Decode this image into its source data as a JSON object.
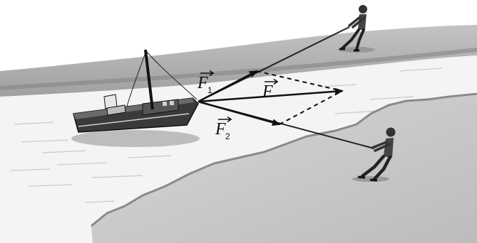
{
  "diagram": {
    "labels": {
      "f1": {
        "symbol": "F",
        "subscript": "1"
      },
      "f": {
        "symbol": "F",
        "subscript": ""
      },
      "f2": {
        "symbol": "F",
        "subscript": "2"
      }
    },
    "colors": {
      "sky": "#ffffff",
      "far_shore": "#9a9a9a",
      "water": "#f2f2f2",
      "near_shore": "#c9c9c9",
      "boat_hull": "#2f2f2f",
      "rope": "#222222",
      "vector": "#111111"
    },
    "icons": [
      "boat-icon",
      "person-upper-icon",
      "person-lower-icon"
    ]
  }
}
